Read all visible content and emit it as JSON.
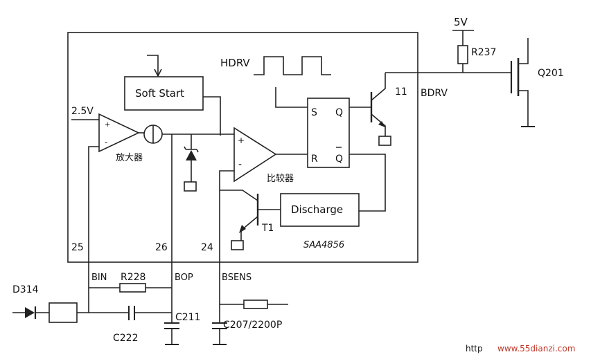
{
  "chip": {
    "name": "SAA4856"
  },
  "blocks": {
    "soft_start": "Soft Start",
    "discharge": "Discharge"
  },
  "signals": {
    "hdrv": "HDRV",
    "bdrv": "BDRV",
    "v25": "2.5V",
    "v5": "5V"
  },
  "amp_label": "放大器",
  "comp_label": "比较器",
  "flipflop": {
    "s": "S",
    "r": "R",
    "q": "Q",
    "qbar": "Q"
  },
  "comp_inputs": {
    "plus": "+",
    "minus": "-"
  },
  "amp_inputs": {
    "plus": "+",
    "minus": "-"
  },
  "pins": {
    "p25": "25",
    "p26": "26",
    "p24": "24",
    "p11": "11"
  },
  "pin_names": {
    "bin": "BIN",
    "bop": "BOP",
    "bsens": "BSENS"
  },
  "components": {
    "r228": "R228",
    "r237": "R237",
    "c211": "C211",
    "c222": "C222",
    "c207": "C207/2200P",
    "d314": "D314",
    "q201": "Q201",
    "t1": "T1"
  },
  "watermark": {
    "prefix": "http",
    "site": "www.55dianzi.com"
  }
}
